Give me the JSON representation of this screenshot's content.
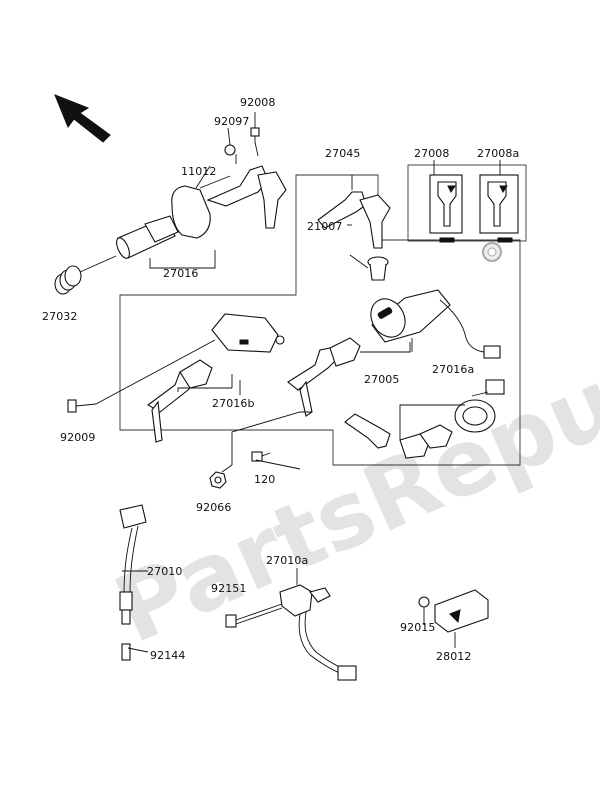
{
  "diagram": {
    "watermark": "PartsRepublik",
    "parts": [
      {
        "id": "p92008",
        "number": "92008"
      },
      {
        "id": "p92097",
        "number": "92097"
      },
      {
        "id": "p11012",
        "number": "11012"
      },
      {
        "id": "p27016",
        "number": "27016"
      },
      {
        "id": "p27032",
        "number": "27032"
      },
      {
        "id": "p27045",
        "number": "27045"
      },
      {
        "id": "p27008",
        "number": "27008"
      },
      {
        "id": "p27008a",
        "number": "27008a"
      },
      {
        "id": "p21007",
        "number": "21007"
      },
      {
        "id": "p27005",
        "number": "27005"
      },
      {
        "id": "p27016a",
        "number": "27016a"
      },
      {
        "id": "p27016b",
        "number": "27016b"
      },
      {
        "id": "p92009",
        "number": "92009"
      },
      {
        "id": "p120",
        "number": "120"
      },
      {
        "id": "p92066",
        "number": "92066"
      },
      {
        "id": "p27010",
        "number": "27010"
      },
      {
        "id": "p27010a",
        "number": "27010a"
      },
      {
        "id": "p92151",
        "number": "92151"
      },
      {
        "id": "p92144",
        "number": "92144"
      },
      {
        "id": "p92015",
        "number": "92015"
      },
      {
        "id": "p28012",
        "number": "28012"
      }
    ]
  }
}
